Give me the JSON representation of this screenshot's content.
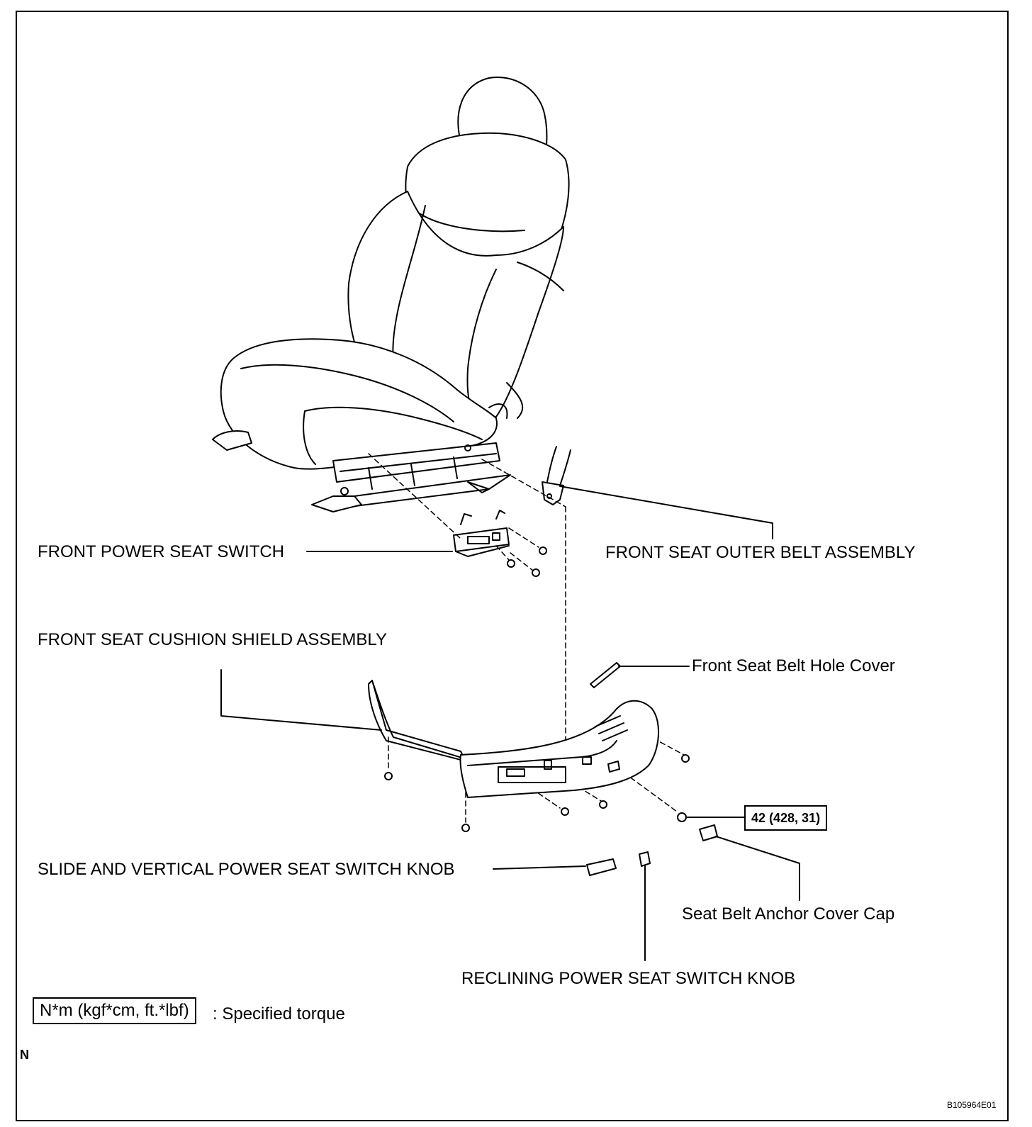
{
  "labels": {
    "front_power_seat_switch": "FRONT POWER SEAT SWITCH",
    "front_seat_outer_belt_assembly": "FRONT SEAT OUTER BELT ASSEMBLY",
    "front_seat_cushion_shield_assembly": "FRONT SEAT CUSHION SHIELD ASSEMBLY",
    "front_seat_belt_hole_cover": "Front Seat Belt Hole Cover",
    "slide_vertical_knob": "SLIDE AND VERTICAL POWER SEAT SWITCH KNOB",
    "seat_belt_anchor_cover_cap": "Seat Belt Anchor Cover Cap",
    "reclining_knob": "RECLINING POWER SEAT SWITCH KNOB"
  },
  "torque": {
    "value": "42 (428, 31)"
  },
  "legend": {
    "unit_box": "N*m (kgf*cm, ft.*lbf)",
    "text": ": Specified torque"
  },
  "marks": {
    "n_mark": "N",
    "figure_id": "B105964E01"
  }
}
